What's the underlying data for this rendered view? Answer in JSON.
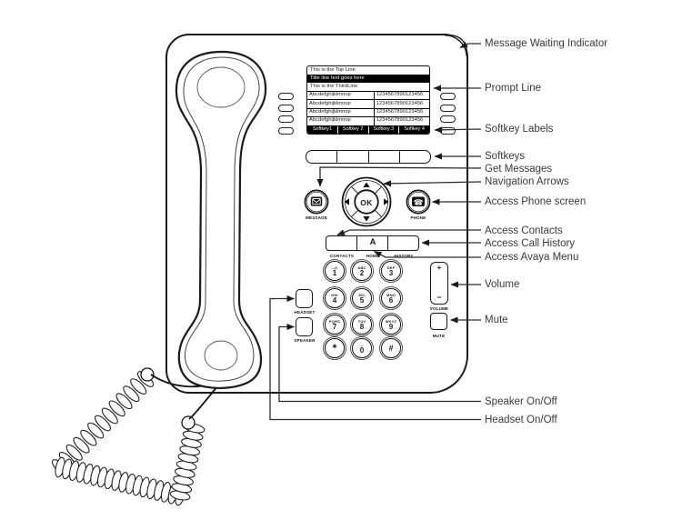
{
  "screen": {
    "top_line": "This is the Top Line",
    "title_line": "Title line text goes here",
    "third_line": "This is the ThirdLine",
    "rows": [
      {
        "name": "Abcdefghijklmnop",
        "number": "1234567890123456"
      },
      {
        "name": "Abcdefghijklmnop",
        "number": "1234567890123456"
      },
      {
        "name": "Abcdefghijklmnop",
        "number": "1234567890123456"
      },
      {
        "name": "Abcdefghijklmnop",
        "number": "1234567890123456"
      }
    ],
    "softkey_labels": [
      "Softkey1",
      "Softkey 2",
      "Softkey 3",
      "Softkey 4"
    ]
  },
  "buttons": {
    "message": "MESSAGE",
    "phone": "PHONE",
    "ok": "OK",
    "contacts": "CONTACTS",
    "home": "HOME",
    "home_icon_char": "A",
    "history": "HISTORY",
    "headset": "HEADSET",
    "speaker": "SPEAKER",
    "volume": "VOLUME",
    "mute": "MUTE",
    "volume_plus": "+",
    "volume_minus": "−"
  },
  "keypad": {
    "keys": [
      {
        "letters": "-.@",
        "digit": "1"
      },
      {
        "letters": "ABC",
        "digit": "2"
      },
      {
        "letters": "DEF",
        "digit": "3"
      },
      {
        "letters": "GHI",
        "digit": "4"
      },
      {
        "letters": "JKL",
        "digit": "5"
      },
      {
        "letters": "MNO",
        "digit": "6"
      },
      {
        "letters": "PQRS",
        "digit": "7"
      },
      {
        "letters": "TUV",
        "digit": "8"
      },
      {
        "letters": "WXYZ",
        "digit": "9"
      },
      {
        "letters": "",
        "digit": "*"
      },
      {
        "letters": "–",
        "digit": "0"
      },
      {
        "letters": "",
        "digit": "#"
      }
    ]
  },
  "callouts": [
    {
      "label": "Message Waiting Indicator"
    },
    {
      "label": "Prompt Line"
    },
    {
      "label": "Softkey Labels"
    },
    {
      "label": "Softkeys"
    },
    {
      "label": "Get Messages"
    },
    {
      "label": "Navigation Arrows"
    },
    {
      "label": "Access Phone screen"
    },
    {
      "label": "Access Contacts"
    },
    {
      "label": "Access Call History"
    },
    {
      "label": "Access Avaya Menu"
    },
    {
      "label": "Volume"
    },
    {
      "label": "Mute"
    },
    {
      "label": "Speaker On/Off"
    },
    {
      "label": "Headset On/Off"
    }
  ],
  "colors": {
    "line": "#1b1b1b",
    "label_text": "#3a3a3a",
    "screen_invert": "#000000"
  }
}
